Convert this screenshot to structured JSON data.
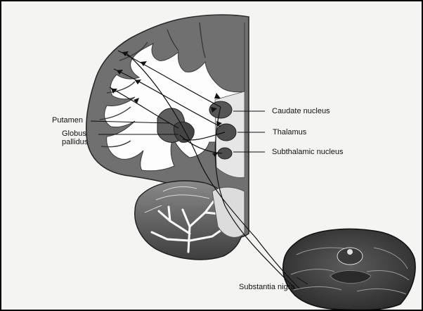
{
  "labels": {
    "putamen": "Putamen",
    "globus_pallidus": [
      "Globus",
      "pallidus"
    ],
    "caudate_nucleus": "Caudate nucleus",
    "thalamus": "Thalamus",
    "subthalamic_nucleus": "Subthalamic nucleus",
    "substantia_nigra": "Substantia nigra"
  },
  "colors": {
    "frame_border": "#000000",
    "background": "#f4f4f2",
    "cortex_gray": "#6e6e6e",
    "white_matter": "#fdfdfd",
    "deep_nuclei": "#5a5a5a",
    "tract_line": "#1a1a1a"
  }
}
